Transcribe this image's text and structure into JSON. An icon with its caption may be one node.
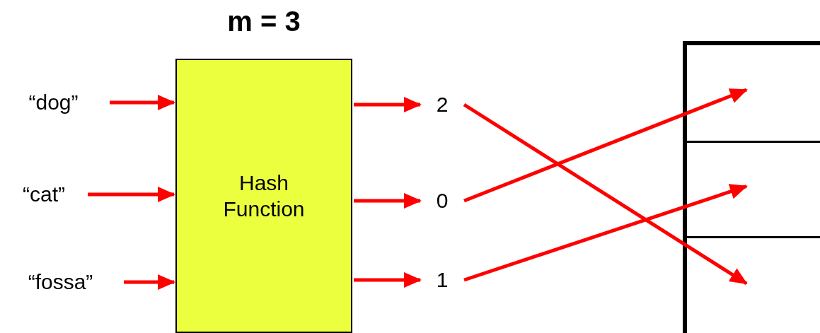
{
  "diagram": {
    "title": "m = 3",
    "nodes": [
      {
        "text": [
          "“dog”"
        ]
      },
      {
        "text": [
          "“cat”"
        ]
      },
      {
        "text": [
          "“fossa”"
        ]
      },
      {
        "text": [
          "Hash Function"
        ]
      },
      {
        "text": [
          "2"
        ]
      },
      {
        "text": [
          "0"
        ]
      },
      {
        "text": [
          "1"
        ]
      },
      {
        "text": [],
        "shape": "box"
      },
      {
        "text": [],
        "shape": "box",
        "in": 7
      },
      {
        "text": [],
        "shape": "box",
        "in": 7
      },
      {
        "text": [],
        "shape": "box",
        "in": 7
      }
    ],
    "edges": [
      {
        "from": 0,
        "to": 3,
        "arrow": "to"
      },
      {
        "from": 1,
        "to": 3,
        "arrow": "to"
      },
      {
        "from": 2,
        "to": 3,
        "arrow": "to"
      },
      {
        "from": 3,
        "to": 4,
        "arrow": "to"
      },
      {
        "from": 3,
        "to": 5,
        "arrow": "to"
      },
      {
        "from": 3,
        "to": 6,
        "arrow": "to"
      },
      {
        "from": 4,
        "to": 10,
        "arrow": "to"
      },
      {
        "from": 5,
        "to": 8,
        "arrow": "to"
      },
      {
        "from": 6,
        "to": 9,
        "arrow": "to"
      }
    ]
  }
}
